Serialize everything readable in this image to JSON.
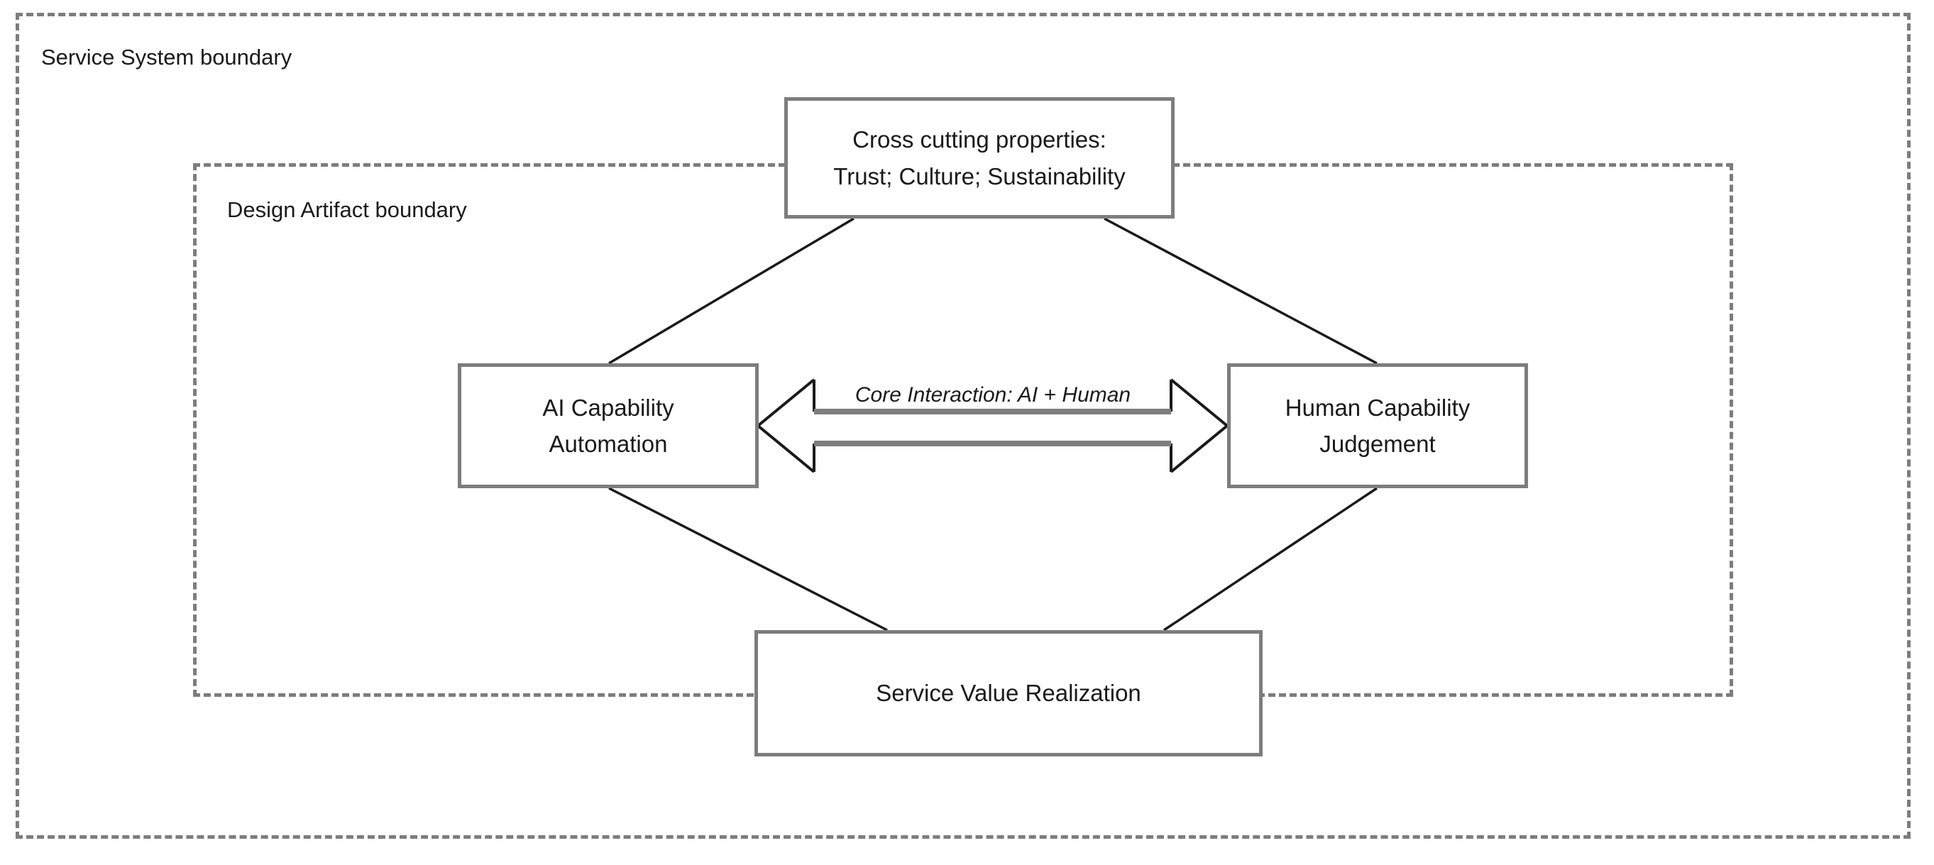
{
  "diagram": {
    "title_text": "",
    "colors": {
      "node_border": "#7d7d7d",
      "boundary_stroke": "#7d7d7d",
      "connector_stroke": "#1a1a1a",
      "arrow_outline": "#1a1a1a",
      "arrow_body": "#7d7d7d",
      "text": "#1a1a1a",
      "background": "#ffffff"
    },
    "boundaries": [
      {
        "id": "service-system",
        "label": "Service System boundary"
      },
      {
        "id": "design-artifact",
        "label": "Design Artifact boundary"
      }
    ],
    "nodes": {
      "cross_cutting": {
        "line1": "Cross cutting properties:",
        "line2": "Trust; Culture; Sustainability"
      },
      "ai_capability": {
        "line1": "AI Capability",
        "line2": "Automation"
      },
      "human_capability": {
        "line1": "Human Capability",
        "line2": "Judgement"
      },
      "service_value": {
        "line1": "Service Value Realization"
      }
    },
    "connectors": {
      "core_interaction_label": "Core Interaction: AI + Human",
      "edges": [
        {
          "from": "cross-cutting-properties",
          "to": "ai-capability"
        },
        {
          "from": "cross-cutting-properties",
          "to": "human-capability"
        },
        {
          "from": "ai-capability",
          "to": "service-value-realization"
        },
        {
          "from": "human-capability",
          "to": "service-value-realization"
        },
        {
          "from": "ai-capability",
          "to": "human-capability",
          "type": "bidirectional"
        }
      ]
    }
  }
}
